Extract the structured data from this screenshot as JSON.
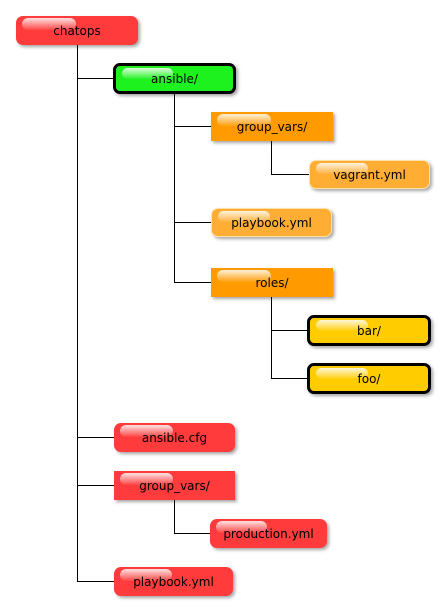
{
  "palette": {
    "red": "#ff3b3b",
    "green": "#1ef21e",
    "orange": "#ff9b00",
    "light_orange": "#ffae33",
    "yellow": "#ffcc00",
    "line": "#000000"
  },
  "tree": {
    "root": "chatops",
    "nodes": {
      "chatops": {
        "label": "chatops",
        "kind": "file",
        "color": "#ff3b3b"
      },
      "ansible_dir": {
        "label": "ansible/",
        "kind": "selected-folder",
        "color": "#1ef21e"
      },
      "ansible_group_vars_dir": {
        "label": "group_vars/",
        "kind": "folder",
        "color": "#ff9b00"
      },
      "vagrant_yml": {
        "label": "vagrant.yml",
        "kind": "file",
        "color": "#ffae33"
      },
      "ansible_playbook_yml": {
        "label": "playbook.yml",
        "kind": "file",
        "color": "#ffae33"
      },
      "roles_dir": {
        "label": "roles/",
        "kind": "folder",
        "color": "#ff9b00"
      },
      "bar_dir": {
        "label": "bar/",
        "kind": "selected-folder",
        "color": "#ffcc00"
      },
      "foo_dir": {
        "label": "foo/",
        "kind": "selected-folder",
        "color": "#ffcc00"
      },
      "ansible_cfg": {
        "label": "ansible.cfg",
        "kind": "file",
        "color": "#ff3b3b"
      },
      "group_vars_dir": {
        "label": "group_vars/",
        "kind": "folder",
        "color": "#ff3b3b"
      },
      "production_yml": {
        "label": "production.yml",
        "kind": "file",
        "color": "#ff3b3b"
      },
      "playbook_yml": {
        "label": "playbook.yml",
        "kind": "file",
        "color": "#ff3b3b"
      }
    }
  }
}
